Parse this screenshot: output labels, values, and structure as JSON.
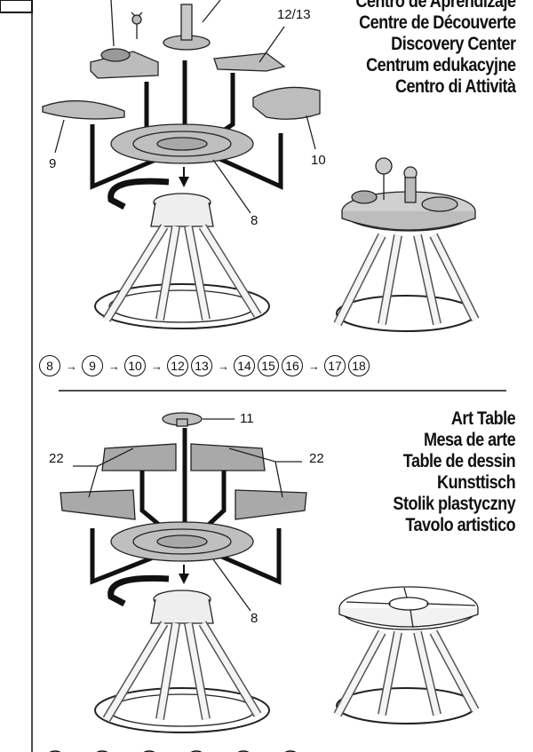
{
  "section1": {
    "titles": [
      "Centro de Aprendizaje",
      "Centre de Découverte",
      "Discovery Center",
      "Centrum edukacyjne",
      "Centro di Attività"
    ],
    "callouts": {
      "top_right": "12/13",
      "left": "9",
      "right": "10",
      "base": "8"
    }
  },
  "sequence": {
    "items": [
      "8",
      "→",
      "9",
      "→",
      "10",
      "→",
      "12",
      "13",
      "→",
      "14",
      "15",
      "16",
      "→",
      "17",
      "18"
    ]
  },
  "section2": {
    "titles": [
      "Art Table",
      "Mesa de arte",
      "Table de dessin",
      "Kunsttisch",
      "Stolik plastyczny",
      "Tavolo artistico"
    ],
    "callouts": {
      "cap": "11",
      "left": "22",
      "right": "22",
      "base": "8"
    }
  }
}
